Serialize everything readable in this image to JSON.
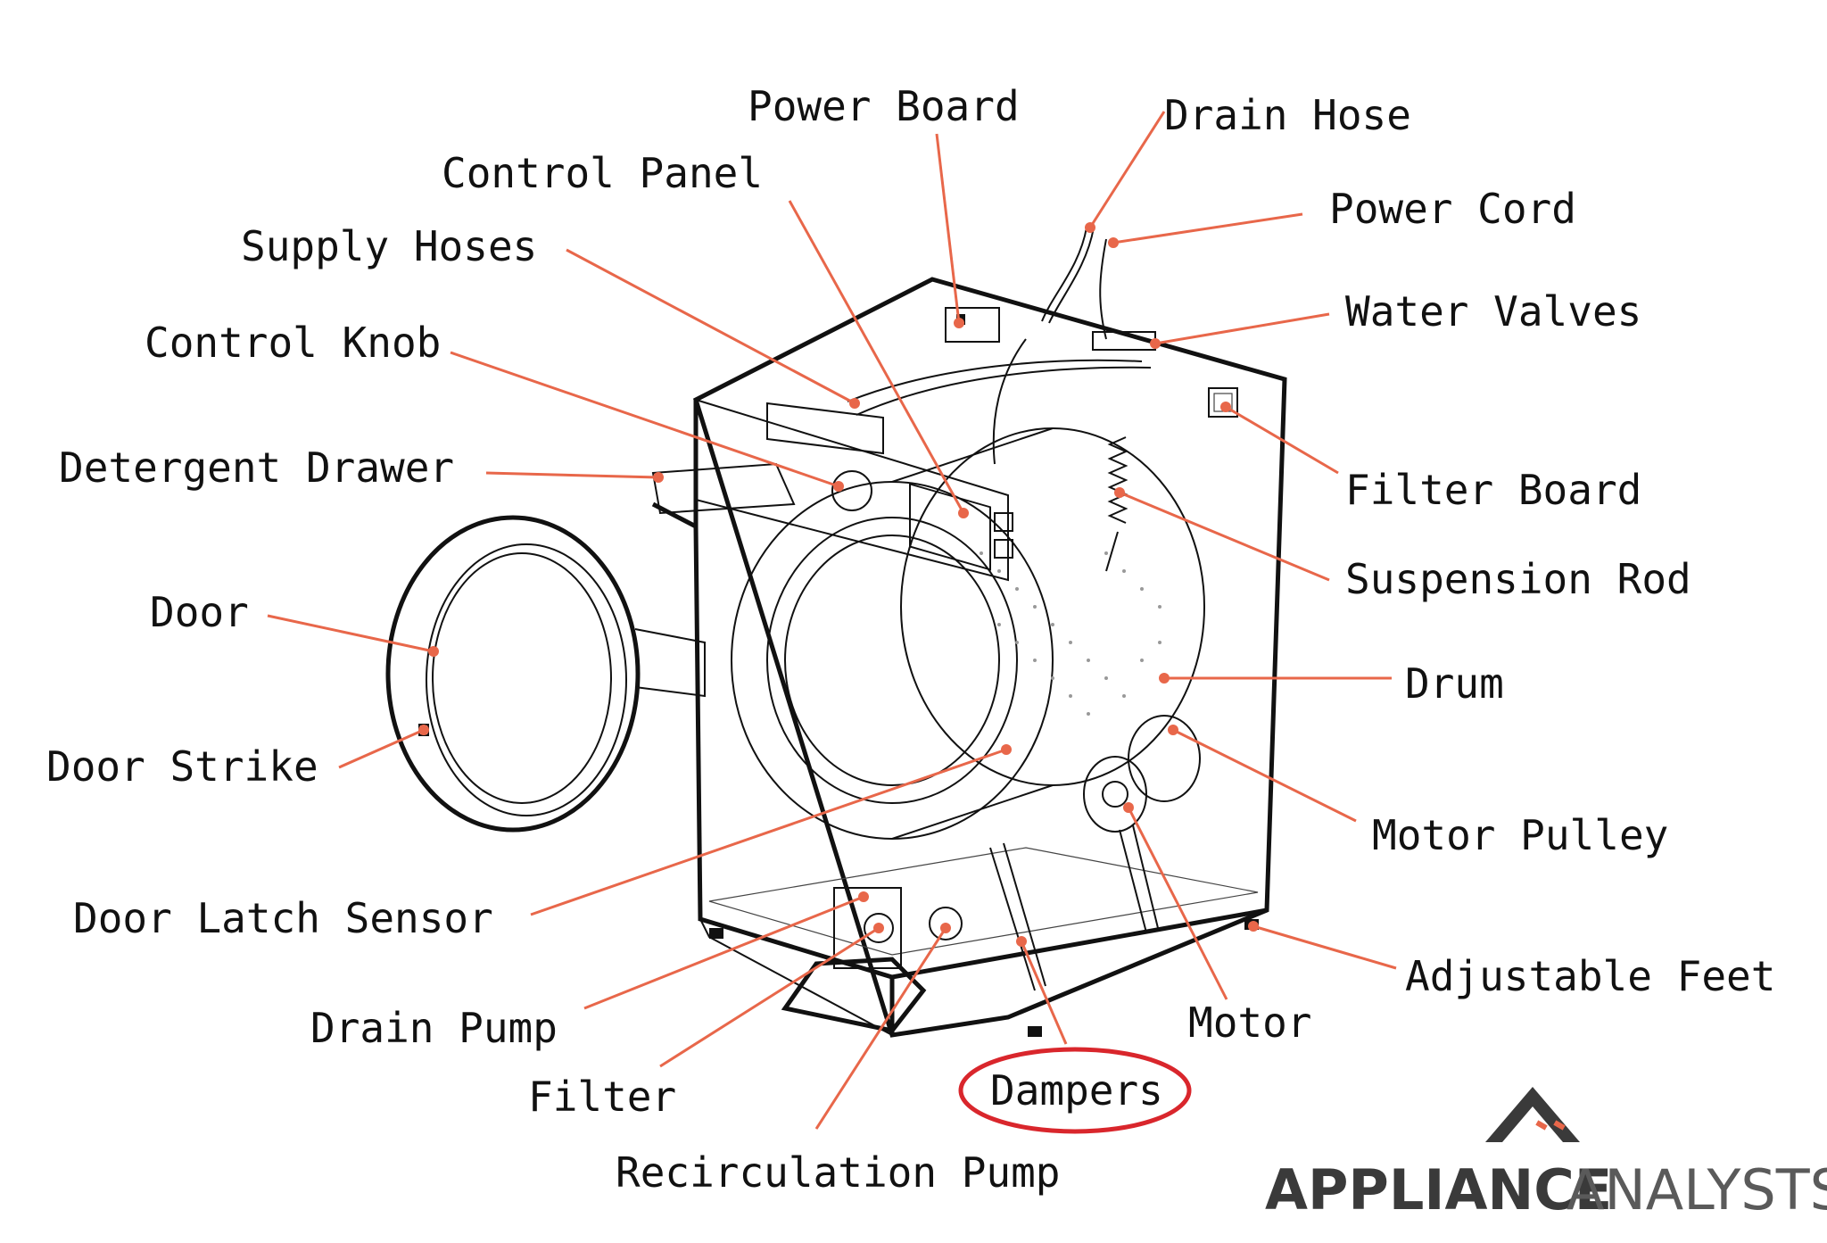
{
  "labels": {
    "power_board": "Power Board",
    "drain_hose": "Drain Hose",
    "control_panel": "Control Panel",
    "power_cord": "Power Cord",
    "supply_hoses": "Supply Hoses",
    "water_valves": "Water Valves",
    "control_knob": "Control Knob",
    "detergent_drawer": "Detergent Drawer",
    "filter_board": "Filter Board",
    "suspension_rod": "Suspension Rod",
    "door": "Door",
    "drum": "Drum",
    "door_strike": "Door Strike",
    "motor_pulley": "Motor Pulley",
    "door_latch_sensor": "Door Latch Sensor",
    "adjustable_feet": "Adjustable Feet",
    "drain_pump": "Drain Pump",
    "motor": "Motor",
    "filter": "Filter",
    "dampers": "Dampers",
    "recirculation_pump": "Recirculation Pump"
  },
  "highlighted_label": "Dampers",
  "brand": {
    "part_one": "APPLIANCE",
    "part_two": "ANALYSTS"
  },
  "colors": {
    "leader": "#e8674a",
    "highlight_ring": "#d9262c",
    "outline": "#111111",
    "brand_dark": "#3a3a3a",
    "brand_accent": "#e8674a"
  }
}
